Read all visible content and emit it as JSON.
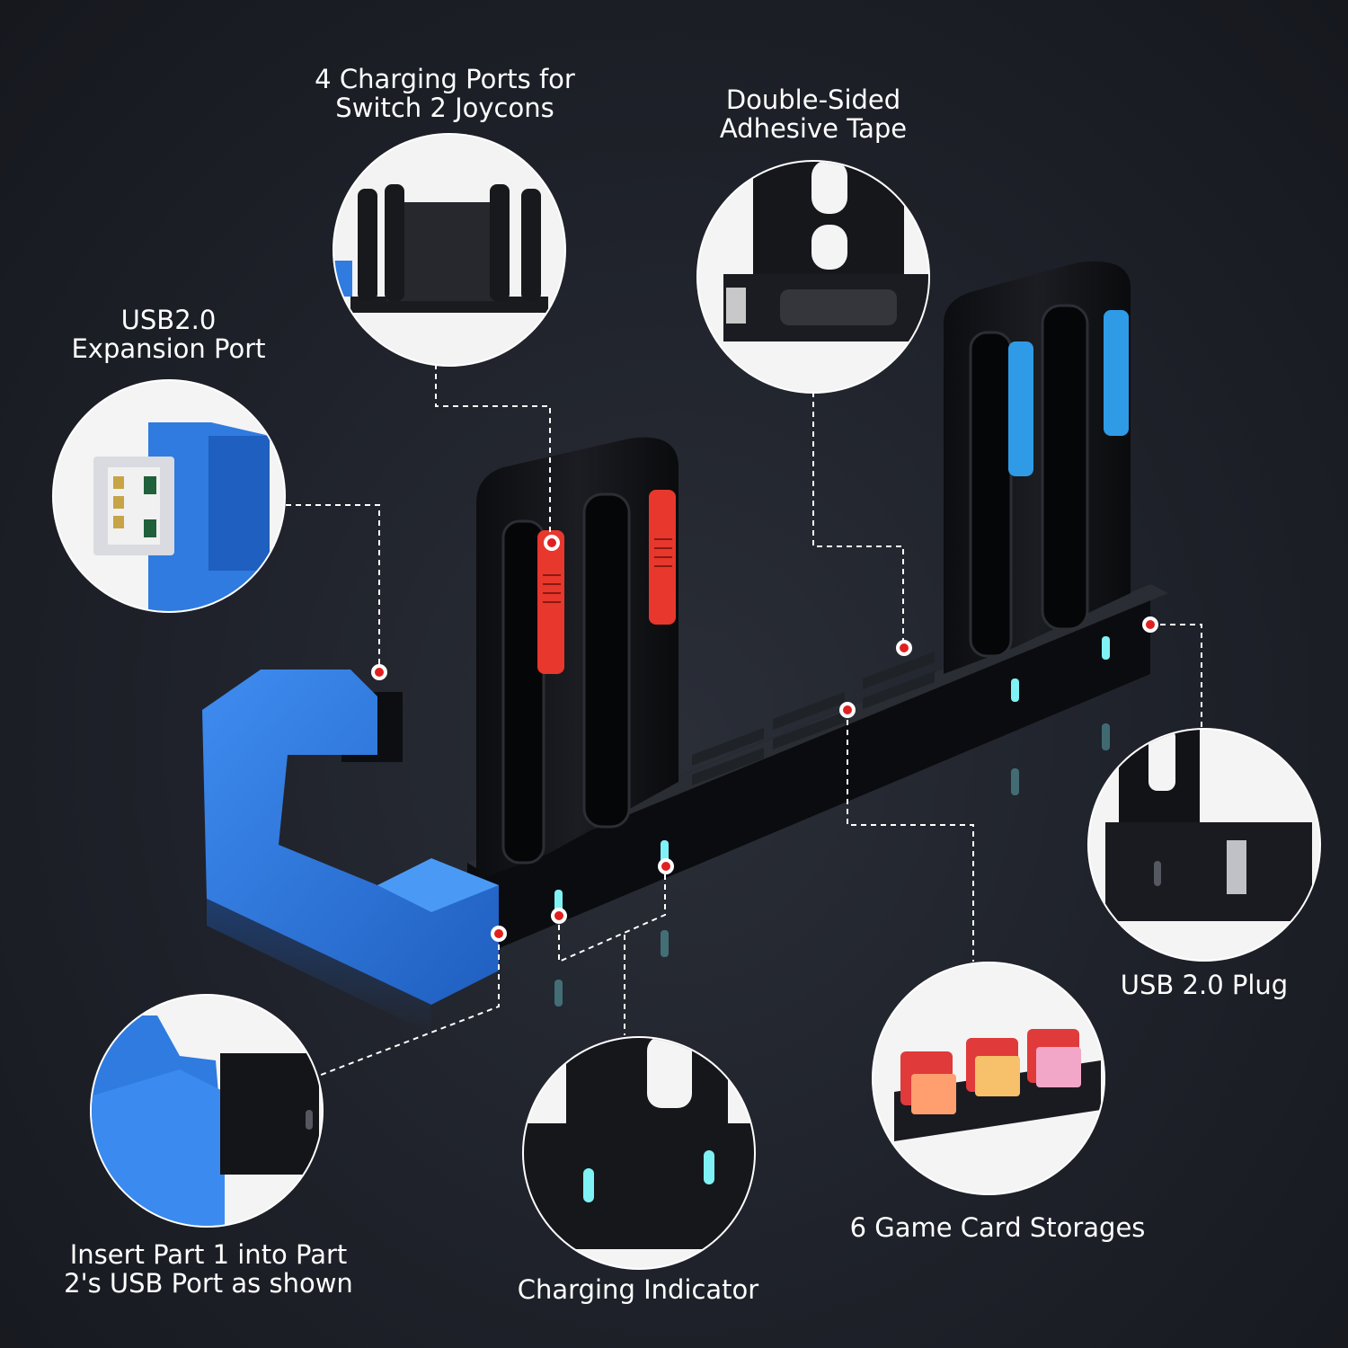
{
  "callouts": {
    "joycon_ports": {
      "line1": "4 Charging Ports for",
      "line2": "Switch 2 Joycons"
    },
    "adhesive_tape": {
      "line1": "Double-Sided",
      "line2": "Adhesive Tape"
    },
    "usb_expansion": {
      "line1": "USB2.0",
      "line2": "Expansion Port"
    },
    "usb_plug": {
      "line1": "USB 2.0 Plug"
    },
    "insert_part": {
      "line1": "Insert Part 1 into Part",
      "line2": "2's USB Port as shown"
    },
    "charging_indicator": {
      "line1": "Charging Indicator"
    },
    "game_card": {
      "line1": "6 Game Card Storages"
    }
  },
  "colors": {
    "background": "#1e2129",
    "accent_blue": "#2f7be0",
    "joycon_red": "#e8372c",
    "joycon_blue": "#2f9be6",
    "indicator_cyan": "#7ff2f5",
    "marker_red": "#e02020"
  }
}
